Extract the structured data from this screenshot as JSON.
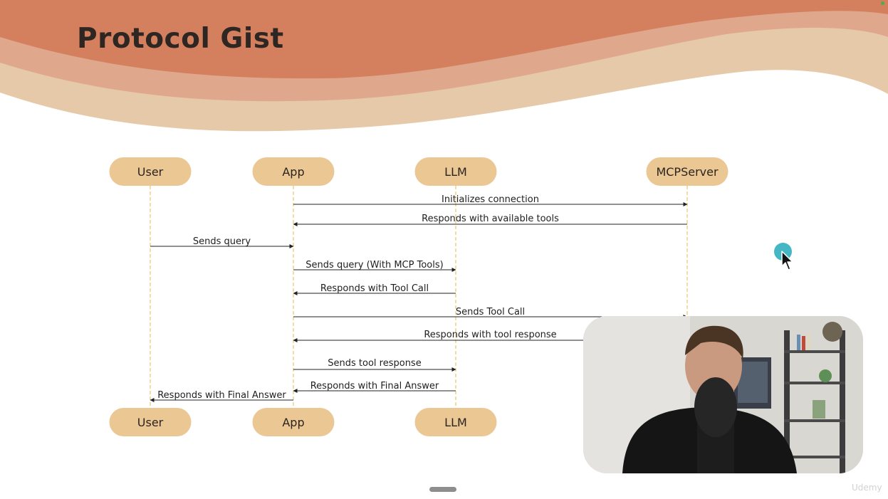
{
  "slide": {
    "title": "Protocol Gist",
    "colors": {
      "wave_dark": "#d4805f",
      "wave_mid": "#dfa88d",
      "wave_light": "#e6c9a9",
      "actor_fill": "#ebc793",
      "lifeline": "#e8c56d",
      "arrow": "#222222"
    }
  },
  "diagram": {
    "type": "sequence",
    "actors_top": [
      "User",
      "App",
      "LLM",
      "MCPServer"
    ],
    "actors_bottom": [
      "User",
      "App",
      "LLM"
    ],
    "messages": [
      {
        "from": "App",
        "to": "MCPServer",
        "label": "Initializes connection"
      },
      {
        "from": "MCPServer",
        "to": "App",
        "label": "Responds with available tools"
      },
      {
        "from": "User",
        "to": "App",
        "label": "Sends query"
      },
      {
        "from": "App",
        "to": "LLM",
        "label": "Sends query (With MCP Tools)"
      },
      {
        "from": "LLM",
        "to": "App",
        "label": "Responds with Tool Call"
      },
      {
        "from": "App",
        "to": "MCPServer",
        "label": "Sends Tool Call"
      },
      {
        "from": "MCPServer",
        "to": "App",
        "label": "Responds with tool response"
      },
      {
        "from": "App",
        "to": "LLM",
        "label": "Sends tool response"
      },
      {
        "from": "LLM",
        "to": "App",
        "label": "Responds with Final Answer"
      },
      {
        "from": "App",
        "to": "User",
        "label": "Responds with Final Answer"
      }
    ]
  },
  "overlay": {
    "watermark": "Udemy",
    "video_icon": "presenter-video",
    "cursor_icon": "mouse-pointer-icon",
    "cursor_color": "#45b7c4"
  }
}
